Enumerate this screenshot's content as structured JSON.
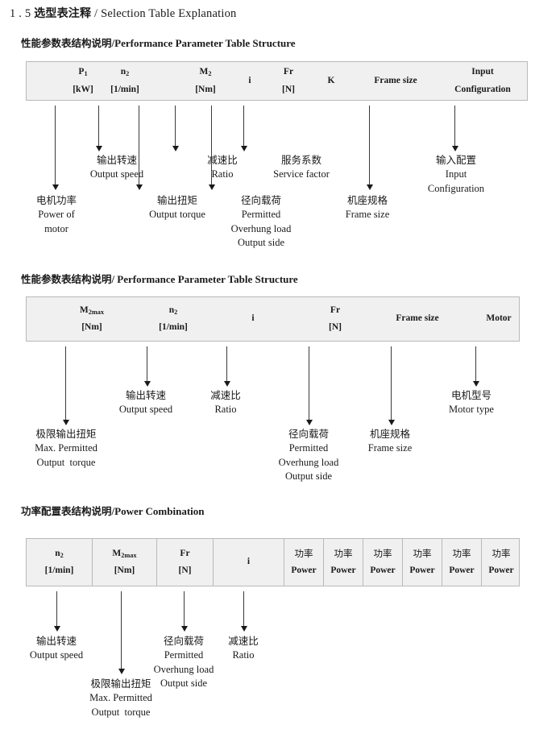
{
  "document": {
    "title_number": "1 . 5",
    "title_cn": "选型表注释",
    "title_sep": "/",
    "title_en": "Selection Table Explanation"
  },
  "sections": [
    {
      "heading_cn": "性能参数表结构说明",
      "heading_sep": "/",
      "heading_en": "Performance Parameter Table Structure",
      "table": {
        "columns": [
          {
            "line1": "P",
            "sub1": "1",
            "line2": "[kW]"
          },
          {
            "line1": "n",
            "sub1": "2",
            "line2": "[1/min]"
          },
          {
            "line1": "M",
            "sub1": "2",
            "line2": "[Nm]"
          },
          {
            "line1": "i",
            "sub1": "",
            "line2": ""
          },
          {
            "line1": "Fr",
            "sub1": "",
            "line2": "[N]"
          },
          {
            "line1": "K",
            "sub1": "",
            "line2": ""
          },
          {
            "line1": "Frame size",
            "sub1": "",
            "line2": ""
          },
          {
            "line1": "Input",
            "sub1": "",
            "line2": "Configuration"
          }
        ]
      },
      "annotations": [
        {
          "cn": "电机功率",
          "en": [
            "Power of",
            "motor"
          ]
        },
        {
          "cn": "输出转速",
          "en": [
            "Output speed"
          ]
        },
        {
          "cn": "输出扭矩",
          "en": [
            "Output torque"
          ]
        },
        {
          "cn": "减速比",
          "en": [
            "Ratio"
          ]
        },
        {
          "cn": "径向载荷",
          "en": [
            "Permitted",
            "Overhung load",
            "Output side"
          ]
        },
        {
          "cn": "服务系数",
          "en": [
            "Service factor"
          ]
        },
        {
          "cn": "机座规格",
          "en": [
            "Frame size"
          ]
        },
        {
          "cn": "输入配置",
          "en": [
            "Input",
            "Configuration"
          ]
        }
      ]
    },
    {
      "heading_cn": "性能参数表结构说明",
      "heading_sep": "/",
      "heading_en": "Performance Parameter Table Structure",
      "table": {
        "columns": [
          {
            "line1": "M",
            "sub1": "2max",
            "line2": "[Nm]"
          },
          {
            "line1": "n",
            "sub1": "2",
            "line2": "[1/min]"
          },
          {
            "line1": "i",
            "sub1": "",
            "line2": ""
          },
          {
            "line1": "Fr",
            "sub1": "",
            "line2": "[N]"
          },
          {
            "line1": "Frame size",
            "sub1": "",
            "line2": ""
          },
          {
            "line1": "Motor",
            "sub1": "",
            "line2": ""
          }
        ]
      },
      "annotations": [
        {
          "cn": "极限输出扭矩",
          "en": [
            "Max. Permitted",
            "Output  torque"
          ]
        },
        {
          "cn": "输出转速",
          "en": [
            "Output speed"
          ]
        },
        {
          "cn": "减速比",
          "en": [
            "Ratio"
          ]
        },
        {
          "cn": "径向载荷",
          "en": [
            "Permitted",
            "Overhung load",
            "Output side"
          ]
        },
        {
          "cn": "机座规格",
          "en": [
            "Frame size"
          ]
        },
        {
          "cn": "电机型号",
          "en": [
            "Motor type"
          ]
        }
      ]
    },
    {
      "heading_cn": "功率配置表结构说明",
      "heading_sep": "/",
      "heading_en": "Power Combination",
      "table": {
        "columns": [
          {
            "line1": "n",
            "sub1": "2",
            "line2": "[1/min]"
          },
          {
            "line1": "M",
            "sub1": "2max",
            "line2": "[Nm]"
          },
          {
            "line1": "Fr",
            "sub1": "",
            "line2": "[N]"
          },
          {
            "line1": "i",
            "sub1": "",
            "line2": ""
          },
          {
            "line1": "功率",
            "sub1": "",
            "line2": "Power"
          },
          {
            "line1": "功率",
            "sub1": "",
            "line2": "Power"
          },
          {
            "line1": "功率",
            "sub1": "",
            "line2": "Power"
          },
          {
            "line1": "功率",
            "sub1": "",
            "line2": "Power"
          },
          {
            "line1": "功率",
            "sub1": "",
            "line2": "Power"
          },
          {
            "line1": "功率",
            "sub1": "",
            "line2": "Power"
          }
        ]
      },
      "annotations": [
        {
          "cn": "输出转速",
          "en": [
            "Output speed"
          ]
        },
        {
          "cn": "极限输出扭矩",
          "en": [
            "Max. Permitted",
            "Output  torque"
          ]
        },
        {
          "cn": "径向载荷",
          "en": [
            "Permitted",
            "Overhung load",
            "Output side"
          ]
        },
        {
          "cn": "减速比",
          "en": [
            "Ratio"
          ]
        }
      ]
    }
  ],
  "colors": {
    "table_fill": "#f0f0f0",
    "table_border": "#b9b9b9",
    "arrow": "#1a1a1a",
    "text": "#1a1a1a"
  }
}
